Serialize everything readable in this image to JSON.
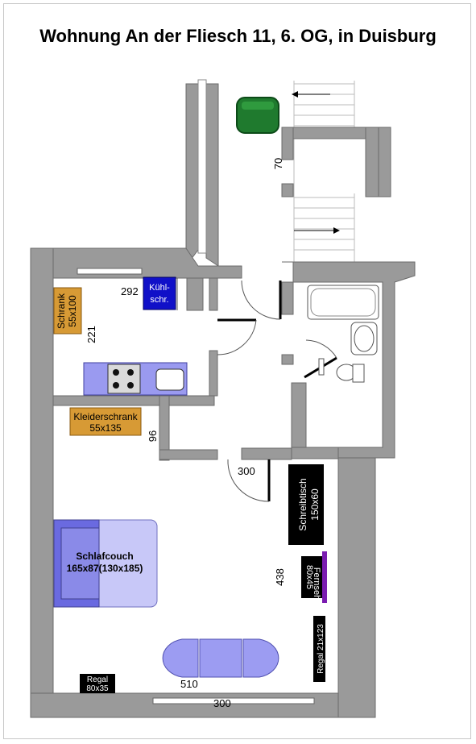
{
  "title": "Wohnung An der Fliesch 11, 6. OG, in Duisburg",
  "colors": {
    "wall": "#9a9a9a",
    "wall_edge": "#6b6b6b",
    "wardrobe": "#d79a35",
    "fridge": "#1010c8",
    "kitchen": "#9a9af0",
    "couch_dark": "#6a6ae0",
    "couch_light": "#c8c8f8",
    "table": "#9c9cf2",
    "black_furniture": "#000000",
    "plant": "#1f7a2e",
    "tv_bar": "#7a1bb0"
  },
  "furniture": {
    "schrank_name": "Schrank",
    "schrank_size": "55x100",
    "kuehlschrank_line1": "Kühl-",
    "kuehlschrank_line2": "schr.",
    "kleiderschrank_name": "Kleiderschrank",
    "kleiderschrank_size": "55x135",
    "schlafcouch_name": "Schlafcouch",
    "schlafcouch_size": "165x87(130x185)",
    "schreibtisch_name": "Schreibtisch",
    "schreibtisch_size": "150x60",
    "fernseh_name": "Fernseh",
    "fernseh_size": "80x45",
    "regal_right_name": "Regal 21x123",
    "regal_left_name": "Regal",
    "regal_left_size": "80x35"
  },
  "dimensions": {
    "d292": "292",
    "d221": "221",
    "d96": "96",
    "d300_door": "300",
    "d438": "438",
    "d510": "510",
    "d300_bottom": "300",
    "d70": "70"
  }
}
